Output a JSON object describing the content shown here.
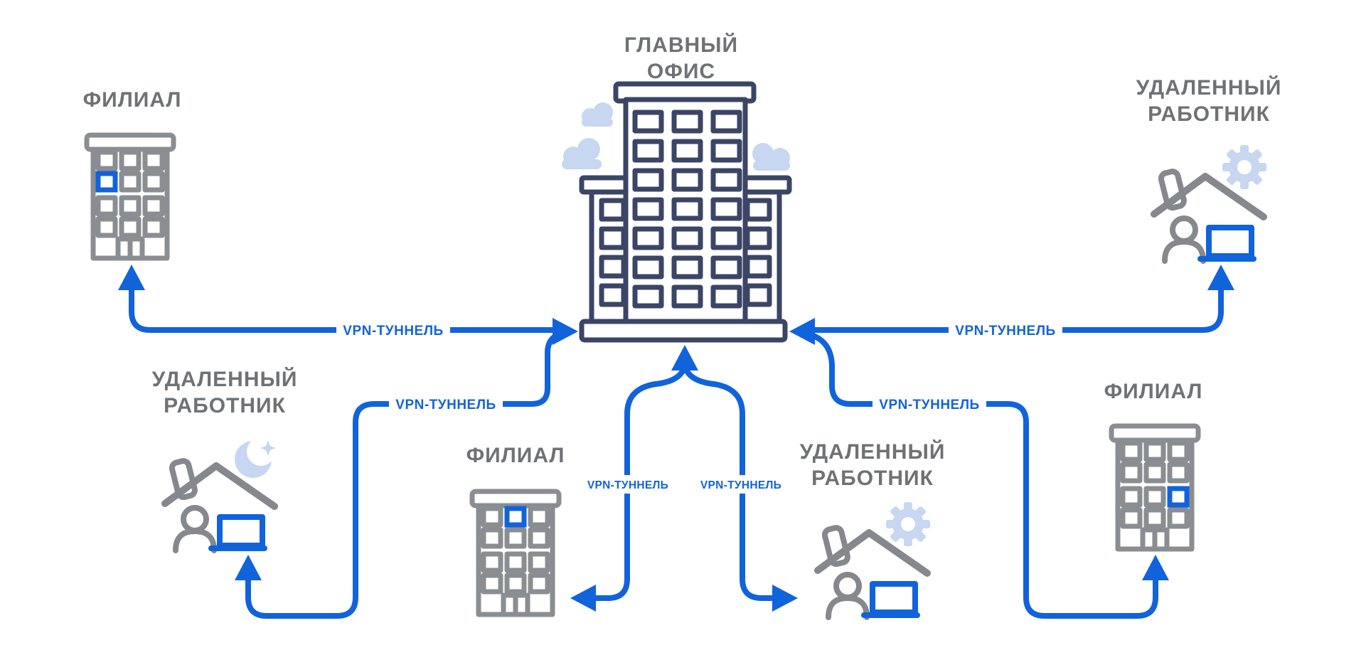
{
  "diagram": {
    "type": "vpn-network-topology",
    "colors": {
      "accent_blue": "#1163DC",
      "building_navy": "#3B4565",
      "icon_gray": "#85888C",
      "label_gray": "#6E7276",
      "light_blue": "#C7D7F1",
      "background": "#FFFFFF"
    },
    "nodes": {
      "main_office": {
        "title_line1": "ГЛАВНЫЙ",
        "title_line2": "ОФИС"
      },
      "branch_top_left": {
        "title": "ФИЛИАЛ"
      },
      "worker_top_right": {
        "title_line1": "УДАЛЕННЫЙ",
        "title_line2": "РАБОТНИК"
      },
      "worker_mid_left": {
        "title_line1": "УДАЛЕННЫЙ",
        "title_line2": "РАБОТНИК"
      },
      "branch_bottom_center": {
        "title": "ФИЛИАЛ"
      },
      "worker_bottom_right": {
        "title_line1": "УДАЛЕННЫЙ",
        "title_line2": "РАБОТНИК"
      },
      "branch_right": {
        "title": "ФИЛИАЛ"
      }
    },
    "connections": {
      "top_left": {
        "from": "branch_top_left",
        "to": "main_office",
        "label": "VPN-ТУННЕЛЬ"
      },
      "mid_left": {
        "from": "worker_mid_left",
        "to": "main_office",
        "label": "VPN-ТУННЕЛЬ"
      },
      "top_right": {
        "from": "worker_top_right",
        "to": "main_office",
        "label": "VPN-ТУННЕЛЬ"
      },
      "mid_right": {
        "from": "branch_right",
        "to": "main_office",
        "label": "VPN-ТУННЕЛЬ"
      },
      "center_left": {
        "from": "branch_bottom_center",
        "to": "main_office",
        "label": "VPN-ТУННЕЛЬ"
      },
      "center_right": {
        "from": "worker_bottom_right",
        "to": "main_office",
        "label": "VPN-ТУННЕЛЬ"
      }
    }
  }
}
